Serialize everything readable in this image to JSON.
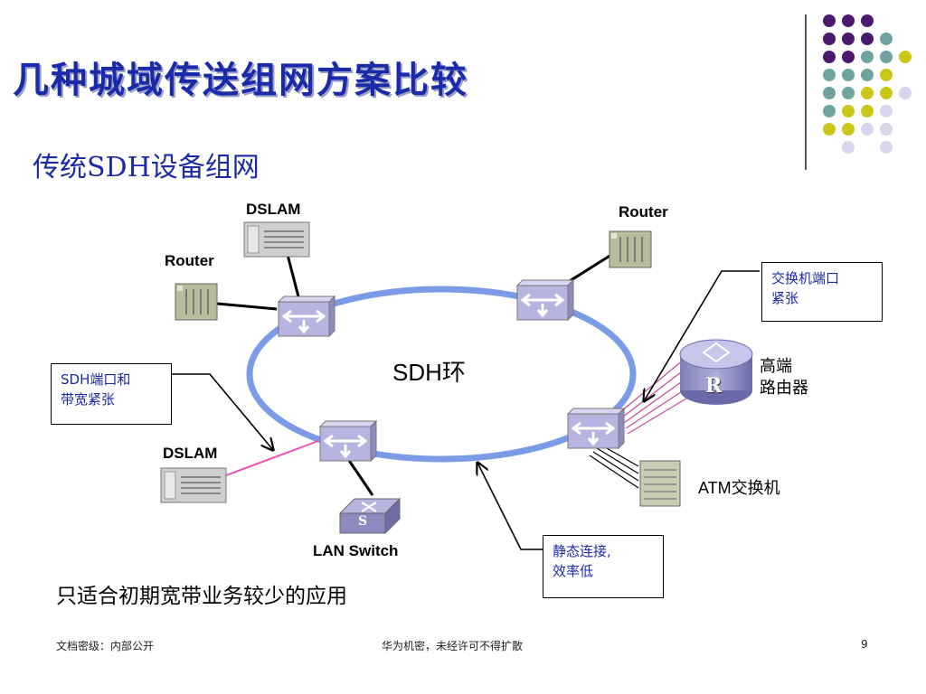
{
  "slide": {
    "title": "几种城域传送组网方案比较",
    "subtitle": "传统SDH设备组网"
  },
  "diagram": {
    "ring_label": "SDH环",
    "nodes": {
      "dslam_top": "DSLAM",
      "router_left": "Router",
      "router_right": "Router",
      "dslam_left": "DSLAM",
      "lan_switch": "LAN Switch",
      "high_end_router": "高端\n路由器",
      "atm_switch": "ATM交换机",
      "router_symbol": "R",
      "switch_symbol": "S"
    },
    "callouts": {
      "switch_port": "交换机端口\n紧张",
      "sdh_port": "SDH端口和\n带宽紧张",
      "static_conn": "静态连接,\n效率低"
    },
    "note": "只适合初期宽带业务较少的应用"
  },
  "footer": {
    "classification": "文档密级：内部公开",
    "confidential": "华为机密，未经许可不得扩散",
    "page_number": "9"
  },
  "colors": {
    "title": "#1a2aa8",
    "ring": "#7b9be6",
    "adm": "#b8b4e0",
    "pink_link": "#e84fb5",
    "dot_purple": "#4b1a6e",
    "dot_teal": "#6fa3a0",
    "dot_yellow": "#c9c71a",
    "dot_lavender": "#d8d6ea"
  },
  "dot_rows": [
    [
      "purple",
      "purple",
      "purple",
      "none"
    ],
    [
      "purple",
      "purple",
      "purple",
      "teal"
    ],
    [
      "purple",
      "purple",
      "teal",
      "teal",
      "yellow"
    ],
    [
      "teal",
      "teal",
      "teal",
      "yellow"
    ],
    [
      "teal",
      "teal",
      "yellow",
      "yellow",
      "lavender"
    ],
    [
      "teal",
      "yellow",
      "yellow",
      "lavender"
    ],
    [
      "yellow",
      "yellow",
      "lavender",
      "lavender"
    ],
    [
      "none",
      "lavender",
      "none",
      "lavender"
    ]
  ]
}
